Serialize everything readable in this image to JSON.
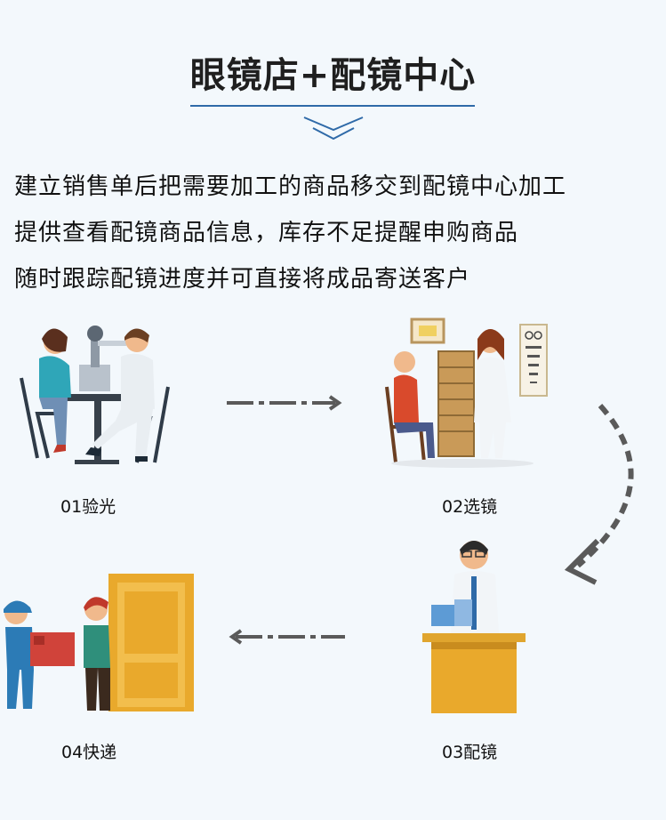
{
  "header": {
    "title": "眼镜店+配镜中心"
  },
  "description": {
    "lines": [
      "建立销售单后把需要加工的商品移交到配镜中心加工",
      "提供查看配镜商品信息，库存不足提醒申购商品",
      "随时跟踪配镜进度并可直接将成品寄送客户"
    ]
  },
  "steps": [
    {
      "label": "01验光",
      "icon": "eye-exam-illustration"
    },
    {
      "label": "02选镜",
      "icon": "choose-glasses-illustration"
    },
    {
      "label": "03配镜",
      "icon": "fitting-illustration"
    },
    {
      "label": "04快递",
      "icon": "delivery-illustration"
    }
  ],
  "colors": {
    "accent": "#2f6aa8",
    "arrow": "#5a5a5a",
    "background": "#f3f8fc"
  }
}
